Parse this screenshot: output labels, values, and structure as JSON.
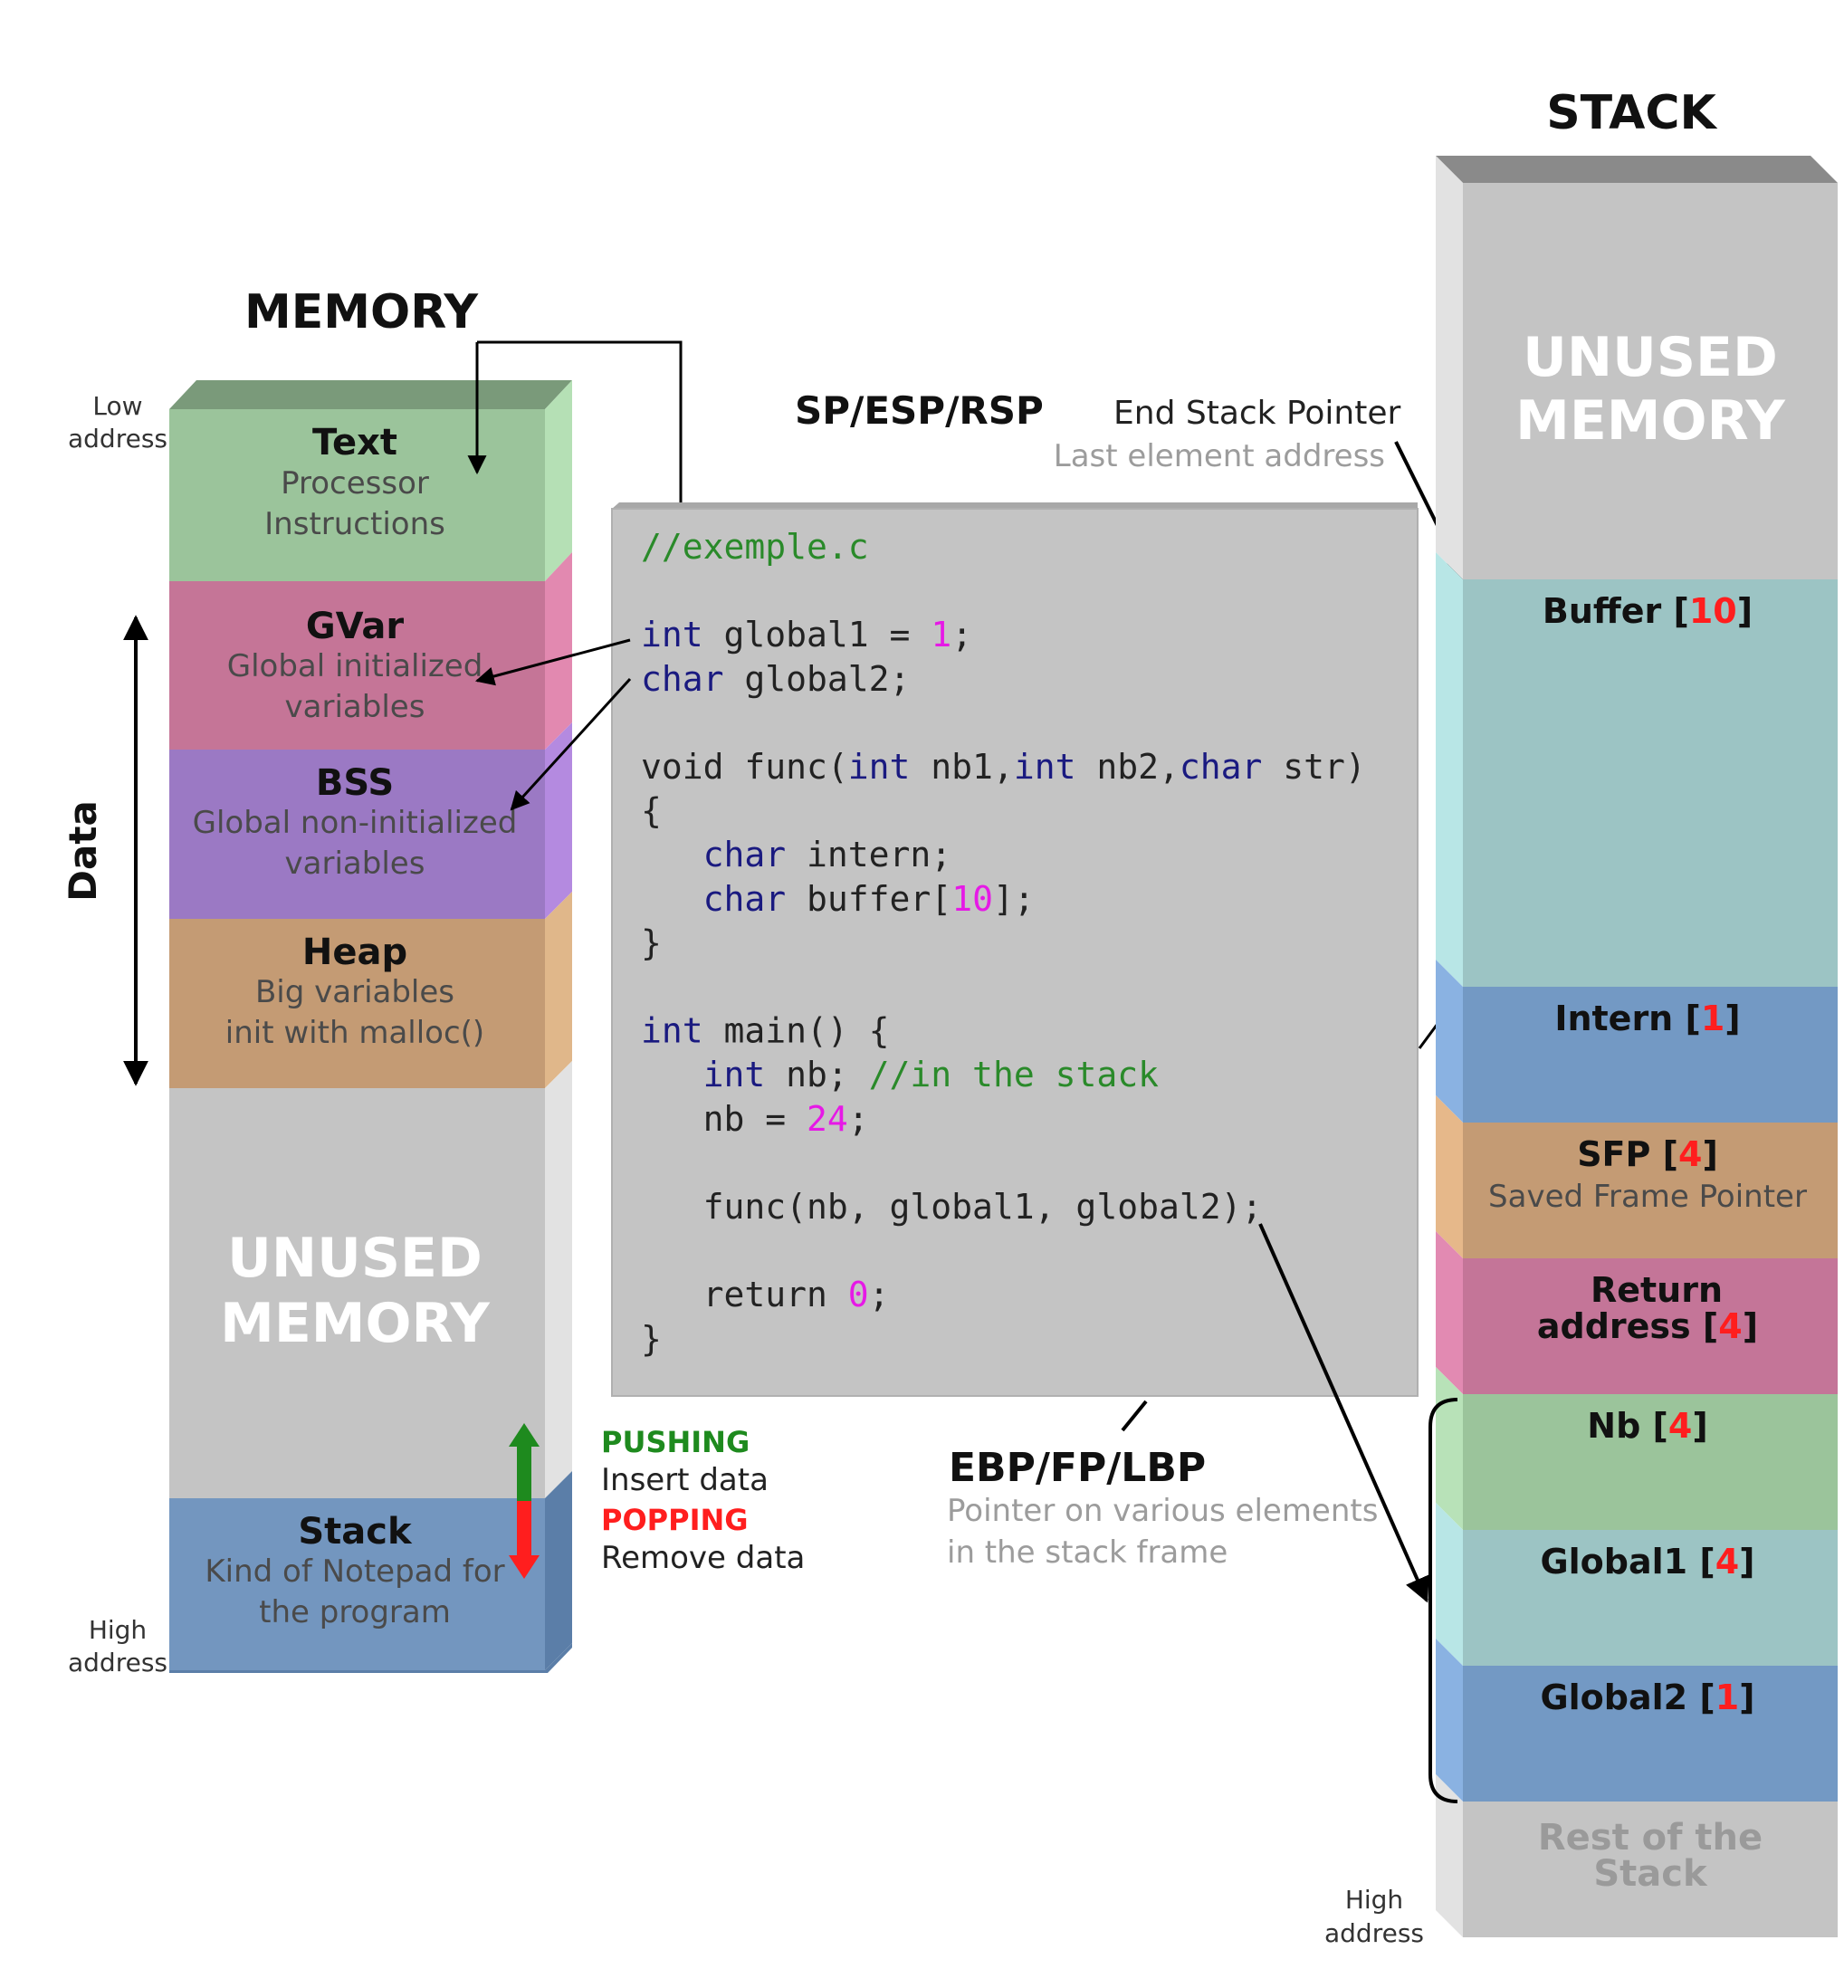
{
  "memory": {
    "title": "MEMORY",
    "low_address_label": [
      "Low",
      "address"
    ],
    "high_address_label": [
      "High",
      "address"
    ],
    "data_label": "Data",
    "segments": {
      "text": {
        "title": "Text",
        "desc": [
          "Processor",
          "Instructions"
        ],
        "color": "#9bc49b"
      },
      "gvar": {
        "title": "GVar",
        "desc": [
          "Global initialized",
          "variables"
        ],
        "color": "#c57597"
      },
      "bss": {
        "title": "BSS",
        "desc": [
          "Global non-initialized",
          "variables"
        ],
        "color": "#9b79c4"
      },
      "heap": {
        "title": "Heap",
        "desc": [
          "Big variables",
          "init with malloc()"
        ],
        "color": "#c49b74"
      },
      "unused": {
        "title": [
          "UNUSED",
          "MEMORY"
        ],
        "color": "#c4c4c4"
      },
      "stack": {
        "title": "Stack",
        "desc": [
          "Kind of Notepad for",
          "the program"
        ],
        "color": "#7396bf"
      }
    }
  },
  "legend": {
    "pushing": "PUSHING",
    "pushing_desc": "Insert data",
    "popping": "POPPING",
    "popping_desc": "Remove data",
    "pushing_color": "#1e8a1e",
    "popping_color": "#ff1e1e"
  },
  "code": {
    "lines": [
      [
        {
          "t": "//exemple.c",
          "c": "cmt"
        }
      ],
      [],
      [
        {
          "t": "int",
          "c": "kw"
        },
        {
          "t": " global1 = ",
          "c": "pl"
        },
        {
          "t": "1",
          "c": "num"
        },
        {
          "t": ";",
          "c": "pl"
        }
      ],
      [
        {
          "t": "char",
          "c": "kw"
        },
        {
          "t": " global2;",
          "c": "pl"
        }
      ],
      [],
      [
        {
          "t": "void func(",
          "c": "pl"
        },
        {
          "t": "int",
          "c": "kw"
        },
        {
          "t": " nb1,",
          "c": "pl"
        },
        {
          "t": "int",
          "c": "kw"
        },
        {
          "t": " nb2,",
          "c": "pl"
        },
        {
          "t": "char",
          "c": "kw"
        },
        {
          "t": " str)",
          "c": "pl"
        }
      ],
      [
        {
          "t": "{",
          "c": "pl"
        }
      ],
      [
        {
          "t": "   ",
          "c": "pl"
        },
        {
          "t": "char",
          "c": "kw"
        },
        {
          "t": " intern;",
          "c": "pl"
        }
      ],
      [
        {
          "t": "   ",
          "c": "pl"
        },
        {
          "t": "char",
          "c": "kw"
        },
        {
          "t": " buffer[",
          "c": "pl"
        },
        {
          "t": "10",
          "c": "num"
        },
        {
          "t": "];",
          "c": "pl"
        }
      ],
      [
        {
          "t": "}",
          "c": "pl"
        }
      ],
      [],
      [
        {
          "t": "int",
          "c": "kw"
        },
        {
          "t": " main() {",
          "c": "pl"
        }
      ],
      [
        {
          "t": "   ",
          "c": "pl"
        },
        {
          "t": "int",
          "c": "kw"
        },
        {
          "t": " nb; ",
          "c": "pl"
        },
        {
          "t": "//in the stack",
          "c": "cmt"
        }
      ],
      [
        {
          "t": "   nb = ",
          "c": "pl"
        },
        {
          "t": "24",
          "c": "num"
        },
        {
          "t": ";",
          "c": "pl"
        }
      ],
      [],
      [
        {
          "t": "   func(nb, global1, global2);",
          "c": "pl"
        }
      ],
      [],
      [
        {
          "t": "   return ",
          "c": "pl"
        },
        {
          "t": "0",
          "c": "num"
        },
        {
          "t": ";",
          "c": "pl"
        }
      ],
      [
        {
          "t": "}",
          "c": "pl"
        }
      ]
    ],
    "colors": {
      "kw": "#1a1a80",
      "pl": "#222222",
      "num": "#e619e6",
      "cmt": "#2a8a2a"
    }
  },
  "stack": {
    "title": "STACK",
    "unused": [
      "UNUSED",
      "MEMORY"
    ],
    "sp_label": "SP/ESP/RSP",
    "sp_desc": "End Stack Pointer",
    "sp_sub": "Last element address",
    "ebp_label": "EBP/FP/LBP",
    "ebp_desc": [
      "Pointer on various elements",
      "in the stack frame"
    ],
    "high_address_label": [
      "High",
      "address"
    ],
    "cells": {
      "buffer": {
        "name": "Buffer",
        "size": "10",
        "color": "#9cc4c4"
      },
      "intern": {
        "name": "Intern",
        "size": "1",
        "color": "#7399c4"
      },
      "sfp": {
        "name": "SFP",
        "size": "4",
        "desc": "Saved Frame Pointer",
        "color": "#c49b74"
      },
      "ret": {
        "name": [
          "Return",
          "address"
        ],
        "size": "4",
        "color": "#c47598"
      },
      "nb": {
        "name": "Nb",
        "size": "4",
        "color": "#9bc49b"
      },
      "global1": {
        "name": "Global1",
        "size": "4",
        "color": "#9cc4c4"
      },
      "global2": {
        "name": "Global2",
        "size": "1",
        "color": "#7399c4"
      },
      "rest": {
        "name": [
          "Rest of the",
          "Stack"
        ],
        "color": "#c4c4c4"
      }
    },
    "size_color": "#ff1e1e"
  }
}
